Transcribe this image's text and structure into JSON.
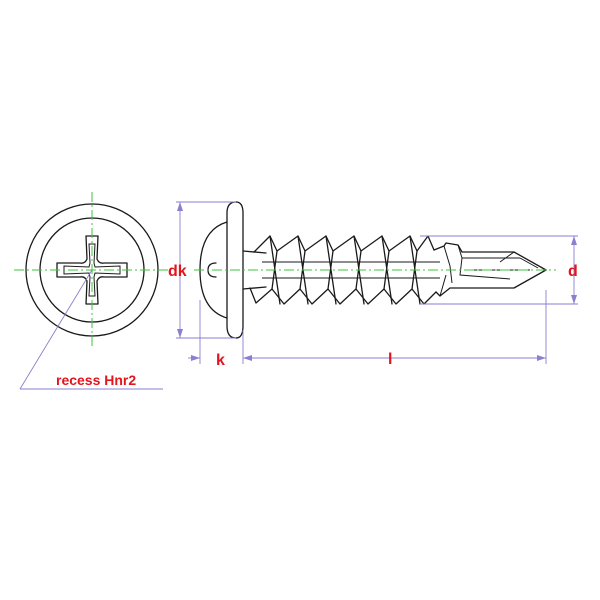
{
  "labels": {
    "dk": "dk",
    "d": "d",
    "k": "k",
    "l": "l",
    "recess": "recess Hnr2"
  },
  "colors": {
    "outline": "#1a1a1a",
    "centerline": "#3cc43c",
    "dimension": "#8a7fd0",
    "label": "#e3141b"
  }
}
